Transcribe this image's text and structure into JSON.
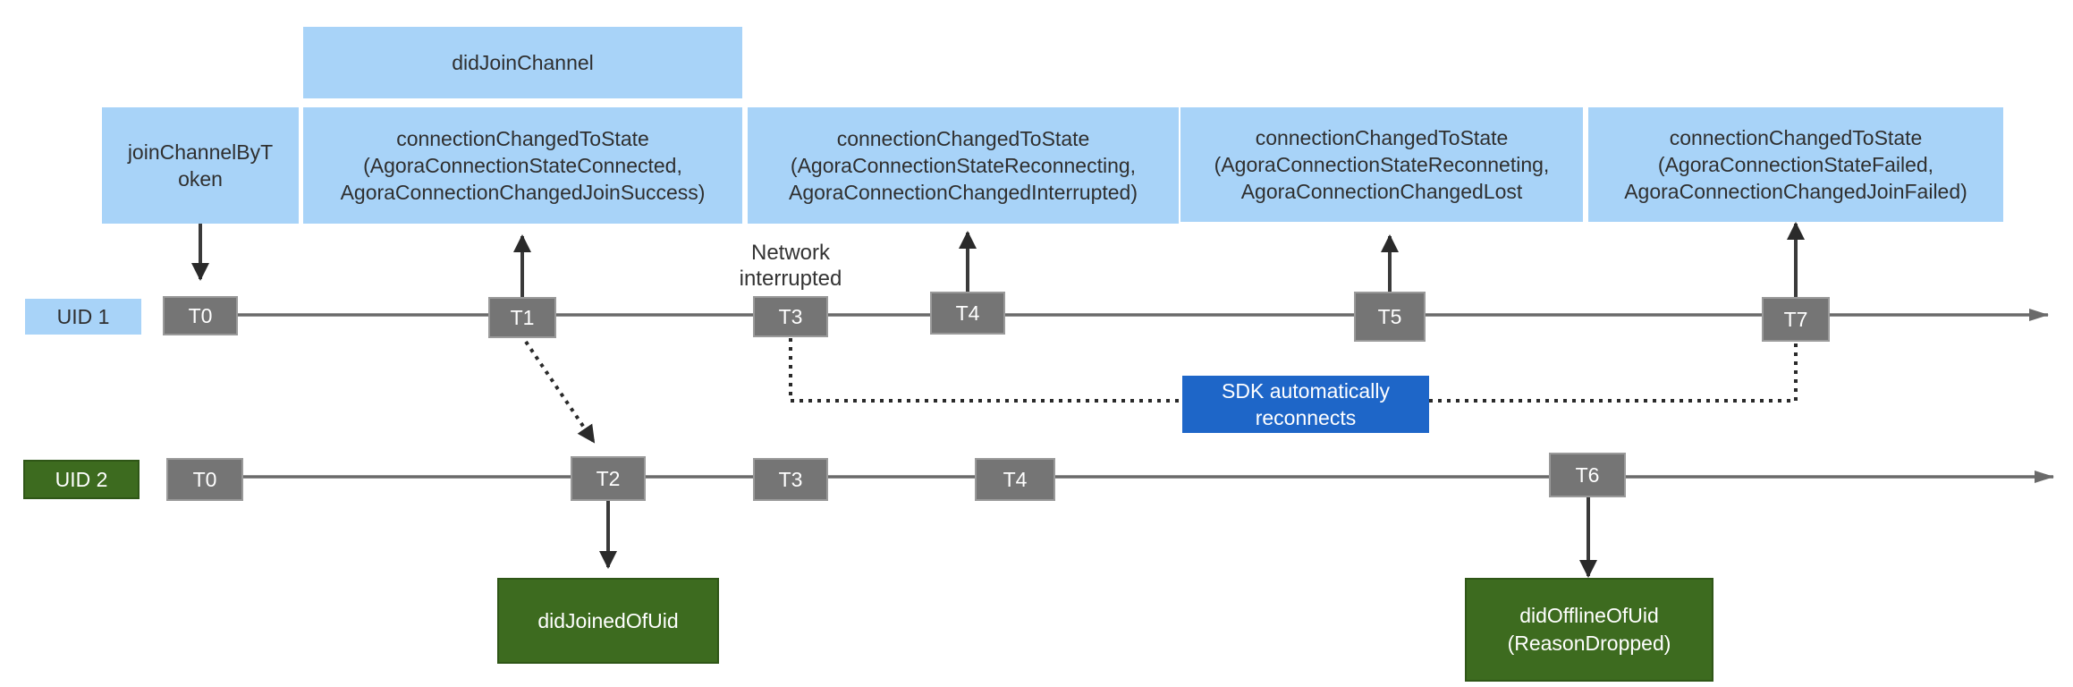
{
  "callbacks": {
    "did_join_channel": "didJoinChannel",
    "join_channel_by_token": "joinChannelByT\noken",
    "conn_connected": "connectionChangedToState\n(AgoraConnectionStateConnected,\nAgoraConnectionChangedJoinSuccess)",
    "conn_reconnecting": "connectionChangedToState\n(AgoraConnectionStateReconnecting,\nAgoraConnectionChangedInterrupted)",
    "conn_lost": "connectionChangedToState\n(AgoraConnectionStateReconneting,\nAgoraConnectionChangedLost",
    "conn_failed": "connectionChangedToState\n(AgoraConnectionStateFailed,\nAgoraConnectionChangedJoinFailed)"
  },
  "note_network": "Network\ninterrupted",
  "sdk_reconnect": "SDK automatically\nreconnects",
  "uid1": {
    "label": "UID 1",
    "times": [
      "T0",
      "T1",
      "T3",
      "T4",
      "T5",
      "T7"
    ]
  },
  "uid2": {
    "label": "UID 2",
    "times": [
      "T0",
      "T2",
      "T3",
      "T4",
      "T6"
    ]
  },
  "remote_callbacks": {
    "did_joined": "didJoinedOfUid",
    "did_offline": "didOfflineOfUid\n(ReasonDropped)"
  },
  "colors": {
    "callback_blue": "#a8d3f8",
    "time_gray": "#757575",
    "uid2_green": "#3d6b1f",
    "sdk_blue": "#1e66c8",
    "line_gray": "#6a6a6a"
  }
}
